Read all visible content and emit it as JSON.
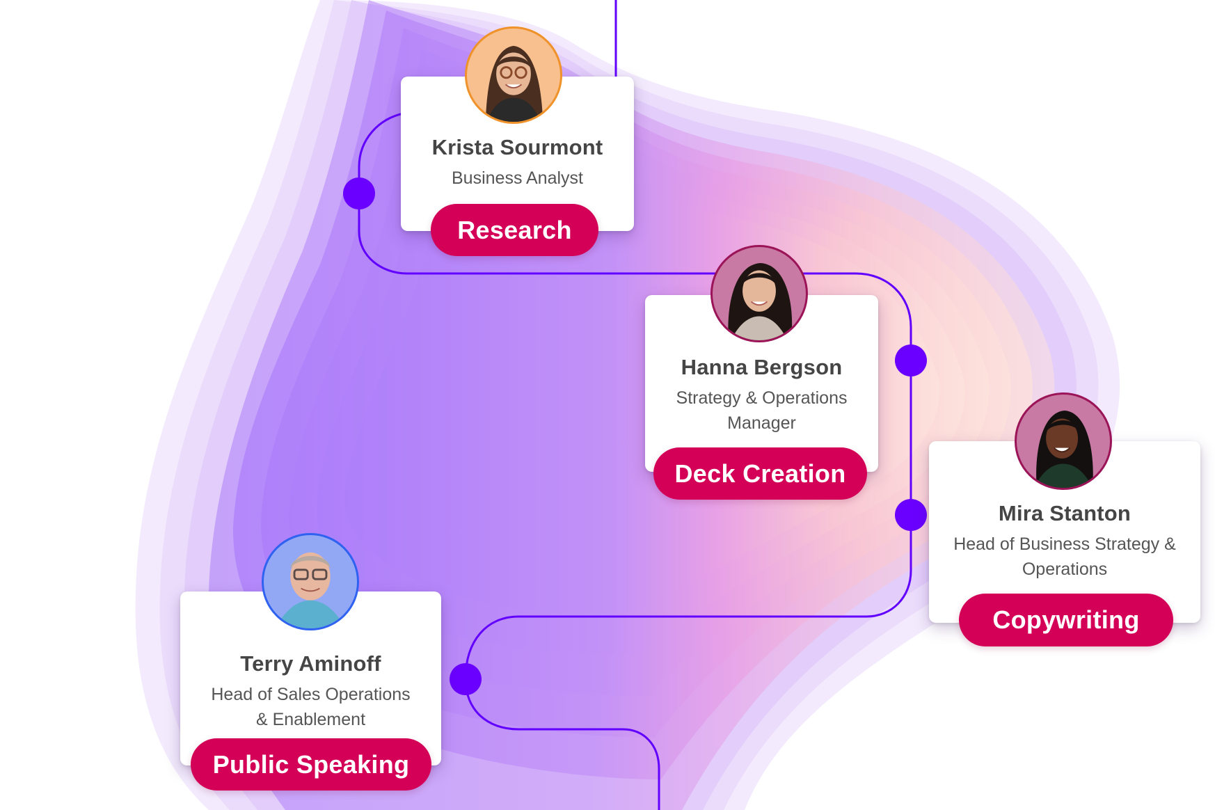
{
  "theme": {
    "line_color": "#6200ff",
    "dot_color": "#6a00ff",
    "pill_color": "#d40057",
    "card_bg": "#ffffff",
    "name_color": "#454545",
    "title_color": "#555555"
  },
  "people": [
    {
      "name": "Krista Sourmont",
      "title_lines": [
        "Business Analyst"
      ],
      "skill": "Research",
      "avatar": {
        "bg": "#f9c08f",
        "border": "#f0922a",
        "hair": "#4a2e20",
        "skin": "#e8b896",
        "shirt": "#2a2a2a"
      }
    },
    {
      "name": "Hanna Bergson",
      "title_lines": [
        "Strategy & Operations",
        "Manager"
      ],
      "skill": "Deck Creation",
      "avatar": {
        "bg": "#c97aa4",
        "border": "#9b1458",
        "hair": "#1e1512",
        "skin": "#e4b69a",
        "shirt": "#c9bcb2"
      }
    },
    {
      "name": "Mira Stanton",
      "title_lines": [
        "Head of Business Strategy &",
        "Operations"
      ],
      "skill": "Copywriting",
      "avatar": {
        "bg": "#c97aa4",
        "border": "#9b1458",
        "hair": "#141010",
        "skin": "#6b3a26",
        "shirt": "#1d3a2a"
      }
    },
    {
      "name": "Terry Aminoff",
      "title_lines": [
        "Head of Sales Operations",
        "& Enablement"
      ],
      "skill": "Public Speaking",
      "avatar": {
        "bg": "#93a8f5",
        "border": "#2f62f0",
        "hair": "#b8aaa0",
        "skin": "#e7b7a0",
        "shirt": "#5bb0cf"
      }
    }
  ]
}
